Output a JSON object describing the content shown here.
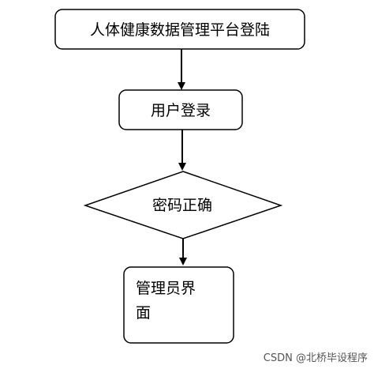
{
  "diagram": {
    "nodes": {
      "start": {
        "text": "人体健康数据管理平台登陆",
        "shape": "rounded-rect"
      },
      "login": {
        "text": "用户登录",
        "shape": "rounded-rect"
      },
      "decision": {
        "text": "密码正确",
        "shape": "diamond"
      },
      "admin": {
        "lines": [
          "管理员界",
          "面"
        ],
        "shape": "rounded-rect"
      }
    },
    "edges": [
      {
        "from": "start",
        "to": "login"
      },
      {
        "from": "login",
        "to": "decision"
      },
      {
        "from": "decision",
        "to": "admin"
      }
    ],
    "colors": {
      "stroke": "#000000",
      "fill": "#ffffff",
      "text": "#000000"
    }
  },
  "watermark": {
    "text": "CSDN @北桥毕设程序"
  }
}
